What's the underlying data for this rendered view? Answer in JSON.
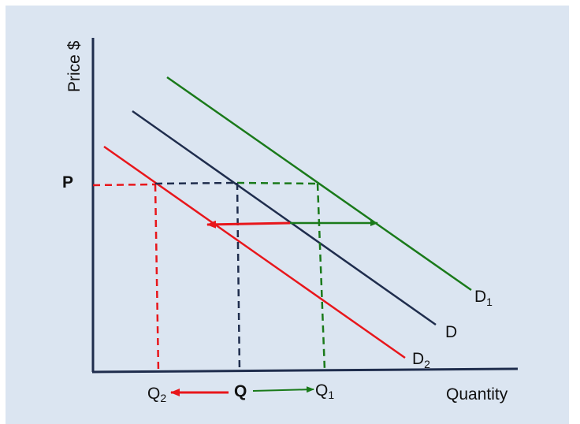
{
  "diagram": {
    "axes": {
      "y_label": "Price $",
      "x_label": "Quantity"
    },
    "price_label": "P",
    "quantity_labels": {
      "q": "Q",
      "q1_main": "Q",
      "q1_sub": "1",
      "q2_main": "Q",
      "q2_sub": "2"
    },
    "curves": {
      "d": "D",
      "d1_main": "D",
      "d1_sub": "1",
      "d2_main": "D",
      "d2_sub": "2"
    },
    "colors": {
      "background": "#dbe5f1",
      "axis": "#1f2d4d",
      "demand": "#1f2d4d",
      "demand_increase": "#1a7a1a",
      "demand_decrease": "#e8161b"
    },
    "shifts": [
      {
        "name": "demand increase",
        "direction": "right",
        "color": "#1a7a1a"
      },
      {
        "name": "demand decrease",
        "direction": "left",
        "color": "#e8161b"
      }
    ]
  }
}
